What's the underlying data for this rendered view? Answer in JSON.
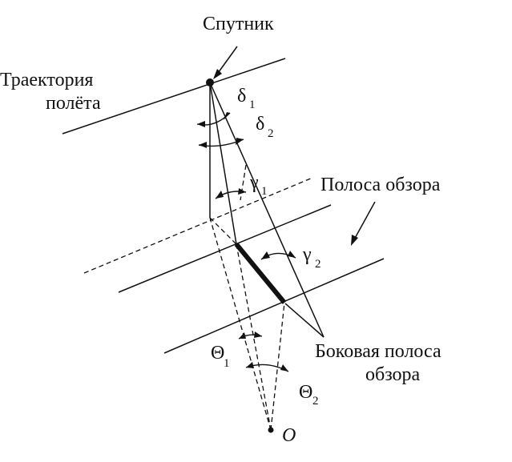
{
  "labels": {
    "satellite": "Спутник",
    "trajectory_line1": "Траектория",
    "trajectory_line2": "полёта",
    "swath": "Полоса обзора",
    "side_swath_line1": "Боковая полоса",
    "side_swath_line2": "обзора",
    "origin": "O"
  },
  "angles": {
    "delta": "δ",
    "gamma": "γ",
    "theta": "Θ",
    "sub1": "1",
    "sub2": "2"
  }
}
